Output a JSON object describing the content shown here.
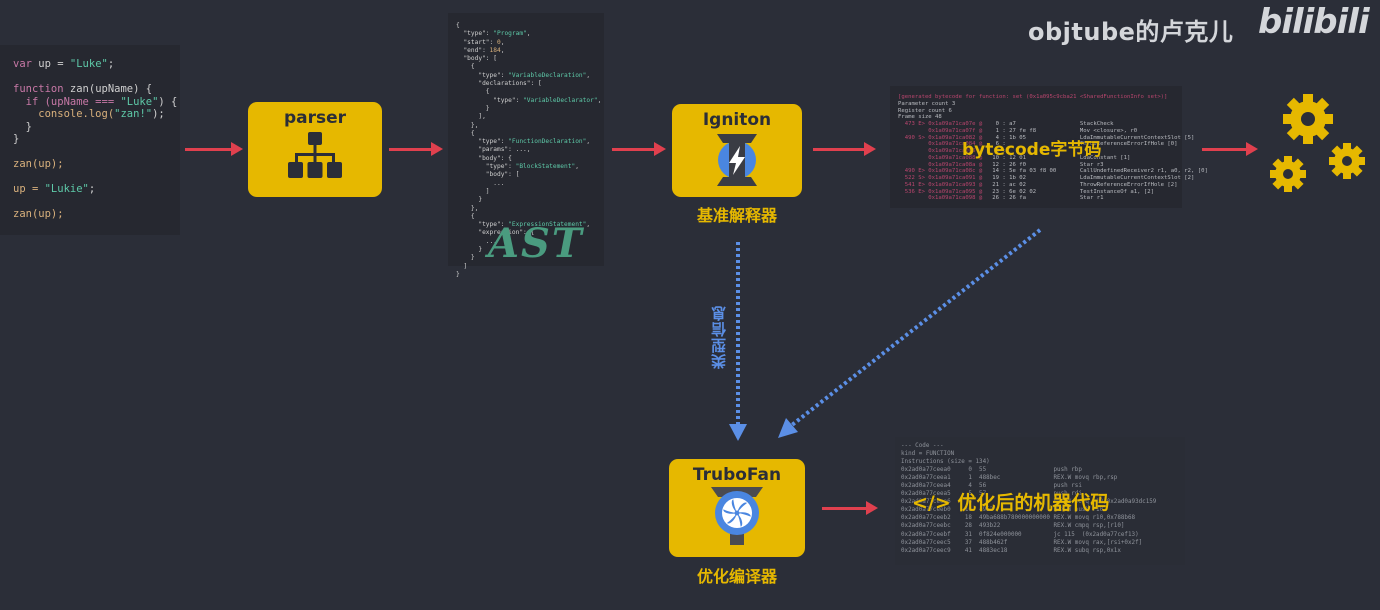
{
  "watermark": {
    "channel": "objtube的卢克儿",
    "logo": "bilibili"
  },
  "source_code": {
    "lines": [
      [
        {
          "t": "var ",
          "c": "kw"
        },
        {
          "t": "up = ",
          "c": "plain"
        },
        {
          "t": "\"Luke\"",
          "c": "str"
        },
        {
          "t": ";",
          "c": "plain"
        }
      ],
      [],
      [
        {
          "t": "function ",
          "c": "kw"
        },
        {
          "t": "zan(upName) {",
          "c": "plain"
        }
      ],
      [
        {
          "t": "  if ",
          "c": "kw"
        },
        {
          "t": "(upName === ",
          "c": "kw"
        },
        {
          "t": "\"Luke\"",
          "c": "str"
        },
        {
          "t": ") {",
          "c": "plain"
        }
      ],
      [
        {
          "t": "    console.log(",
          "c": "fn"
        },
        {
          "t": "\"zan!\"",
          "c": "str"
        },
        {
          "t": ");",
          "c": "plain"
        }
      ],
      [
        {
          "t": "  }",
          "c": "plain"
        }
      ],
      [
        {
          "t": "}",
          "c": "plain"
        }
      ],
      [],
      [
        {
          "t": "zan(up);",
          "c": "fn"
        }
      ],
      [],
      [
        {
          "t": "up = ",
          "c": "fn"
        },
        {
          "t": "\"Lukie\"",
          "c": "str"
        },
        {
          "t": ";",
          "c": "plain"
        }
      ],
      [],
      [
        {
          "t": "zan(up);",
          "c": "fn"
        }
      ]
    ]
  },
  "parser": {
    "title": "parser",
    "icon": "hierarchy-icon"
  },
  "ast": {
    "label": "AST",
    "json_lines": [
      "{",
      "  \"type\": \"Program\",",
      "  \"start\": 0,",
      "  \"end\": 184,",
      "  \"body\": [",
      "    {",
      "      \"type\": \"VariableDeclaration\",",
      "      \"declarations\": [",
      "        {",
      "          \"type\": \"VariableDeclarator\",",
      "        }",
      "      ],",
      "    },",
      "    {",
      "      \"type\": \"FunctionDeclaration\",",
      "      \"params\": ...,",
      "      \"body\": {",
      "        \"type\": \"BlockStatement\",",
      "        \"body\": [",
      "          ...",
      "        ]",
      "      }",
      "    },",
      "    {",
      "      \"type\": \"ExpressionStatement\",",
      "      \"expression\": {",
      "        ...",
      "      }",
      "    }",
      "  ]",
      "}"
    ]
  },
  "ignition": {
    "title": "Igniton",
    "label": "基准解释器",
    "icon": "ignition-lightning-icon"
  },
  "bytecode": {
    "overlay": "bytecode字节码",
    "header": "[generated bytecode for function: set (0x1a095c9cba21 <SharedFunctionInfo set>)]",
    "meta": [
      "Parameter count 3",
      "Register count 6",
      "Frame size 48"
    ],
    "rows": [
      {
        "pos": "  473 E>",
        "addr": "0x1a09a71ca07e @",
        "off": "   0 : a7",
        "bytes": "",
        "instr": "StackCheck"
      },
      {
        "pos": "        ",
        "addr": "0x1a09a71ca07f @",
        "off": "   1 : 27 fe f8",
        "bytes": "",
        "instr": "Mov <closure>, r0"
      },
      {
        "pos": "  490 S>",
        "addr": "0x1a09a71ca082 @",
        "off": "   4 : 1b 05",
        "bytes": "",
        "instr": "LdaImmutableCurrentContextSlot [5]"
      },
      {
        "pos": "        ",
        "addr": "0x1a09a71ca084 @",
        "off": "   6 : ",
        "bytes": "",
        "instr": "ThrowReferenceErrorIfHole [0]"
      },
      {
        "pos": "        ",
        "addr": "0x1a09a71ca086 @",
        "off": "   8 : ",
        "bytes": "",
        "instr": ""
      },
      {
        "pos": "        ",
        "addr": "0x1a09a71ca088 @",
        "off": "  10 : 12 01",
        "bytes": "",
        "instr": "LdaConstant [1]"
      },
      {
        "pos": "        ",
        "addr": "0x1a09a71ca08a @",
        "off": "  12 : 26 f0",
        "bytes": "",
        "instr": "Star r3"
      },
      {
        "pos": "  490 E>",
        "addr": "0x1a09a71ca08c @",
        "off": "  14 : 5e fa 03 f8 00",
        "bytes": "",
        "instr": "CallUndefinedReceiver2 r1, a0, r2, [0]"
      },
      {
        "pos": "  522 S>",
        "addr": "0x1a09a71ca091 @",
        "off": "  19 : 1b 02",
        "bytes": "",
        "instr": "LdaImmutableCurrentContextSlot [2]"
      },
      {
        "pos": "  541 E>",
        "addr": "0x1a09a71ca093 @",
        "off": "  21 : ac 02",
        "bytes": "",
        "instr": "ThrowReferenceErrorIfHole [2]"
      },
      {
        "pos": "  536 E>",
        "addr": "0x1a09a71ca095 @",
        "off": "  23 : 6e 02 02",
        "bytes": "",
        "instr": "TestInstanceOf a1, [2]"
      },
      {
        "pos": "        ",
        "addr": "0x1a09a71ca098 @",
        "off": "  26 : 26 fa",
        "bytes": "",
        "instr": "Star r1"
      }
    ]
  },
  "result_icon": "gears-icon",
  "type_feedback_label": "类型信息",
  "turbofan": {
    "title": "TruboFan",
    "label": "优化编译器",
    "icon": "turbofan-fan-icon"
  },
  "machine_code": {
    "overlay": "</> 优化后的机器代码",
    "header": [
      "--- Code ---",
      "kind = FUNCTION",
      "Instructions (size = 134)"
    ],
    "rows": [
      {
        "addr": "0x2ad0a77ceea0",
        "off": "0",
        "hex": "55",
        "asm": "push rbp"
      },
      {
        "addr": "0x2ad0a77ceea1",
        "off": "1",
        "hex": "488bec",
        "asm": "REX.W movq rbp,rsp"
      },
      {
        "addr": "0x2ad0a77ceea4",
        "off": "4",
        "hex": "56",
        "asm": "push rsi"
      },
      {
        "addr": "0x2ad0a77ceea5",
        "off": "5",
        "hex": "57",
        "asm": "push rdi"
      },
      {
        "addr": "0x2ad0a77ceea6",
        "off": "6",
        "hex": "",
        "asm": "REX.W movq r10,0x2ad0a93dc159"
      },
      {
        "addr": "0x2ad0a77ceeb0",
        "off": "16",
        "hex": "4952",
        "asm": "REX.W push r10"
      },
      {
        "addr": "0x2ad0a77ceeb2",
        "off": "18",
        "hex": "49ba688b780000000000",
        "asm": "REX.W movq r10,0x788b68"
      },
      {
        "addr": "0x2ad0a77ceebc",
        "off": "28",
        "hex": "493b22",
        "asm": "REX.W cmpq rsp,[r10]"
      },
      {
        "addr": "0x2ad0a77ceebf",
        "off": "31",
        "hex": "0f824e000000",
        "asm": "jc 115  (0x2ad0a77cef13)"
      },
      {
        "addr": "0x2ad0a77ceec5",
        "off": "37",
        "hex": "488b462f",
        "asm": "REX.W movq rax,[rsi+0x2f]"
      },
      {
        "addr": "0x2ad0a77ceec9",
        "off": "41",
        "hex": "4883ec18",
        "asm": "REX.W subq rsp,0x1x"
      }
    ]
  },
  "colors": {
    "background": "#2b2e38",
    "accent_yellow": "#e6b800",
    "arrow_red": "#e0404e",
    "feedback_blue": "#5b8fe6"
  }
}
